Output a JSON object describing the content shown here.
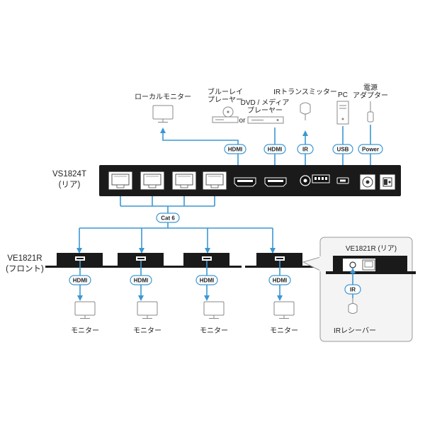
{
  "diagram": {
    "transmitter": {
      "model": "VS1824T",
      "side": "(リア)"
    },
    "receivers": {
      "model": "VE1821R",
      "side": "(フロント)"
    },
    "sources": {
      "local_monitor": "ローカルモニター",
      "bluray_line1": "ブルーレイ",
      "bluray_line2": "プレーヤー",
      "or_text": "or",
      "dvd_line1": "DVD / メディア",
      "dvd_line2": "プレーヤー",
      "ir_transmitter": "IRトランスミッター",
      "pc": "PC",
      "adapter_line1": "電源",
      "adapter_line2": "アダプター"
    },
    "tags": {
      "hdmi": "HDMI",
      "ir": "IR",
      "usb": "USB",
      "power": "Power",
      "cat6": "Cat 6"
    },
    "monitor_label": "モニター",
    "inset": {
      "title": "VE1821R (リア)",
      "ir_tag": "IR",
      "ir_receiver": "IRレシーバー"
    },
    "colors": {
      "wire": "#3b97d3",
      "device": "#1a1a1a",
      "panel_bg": "#f4f4f4"
    }
  }
}
